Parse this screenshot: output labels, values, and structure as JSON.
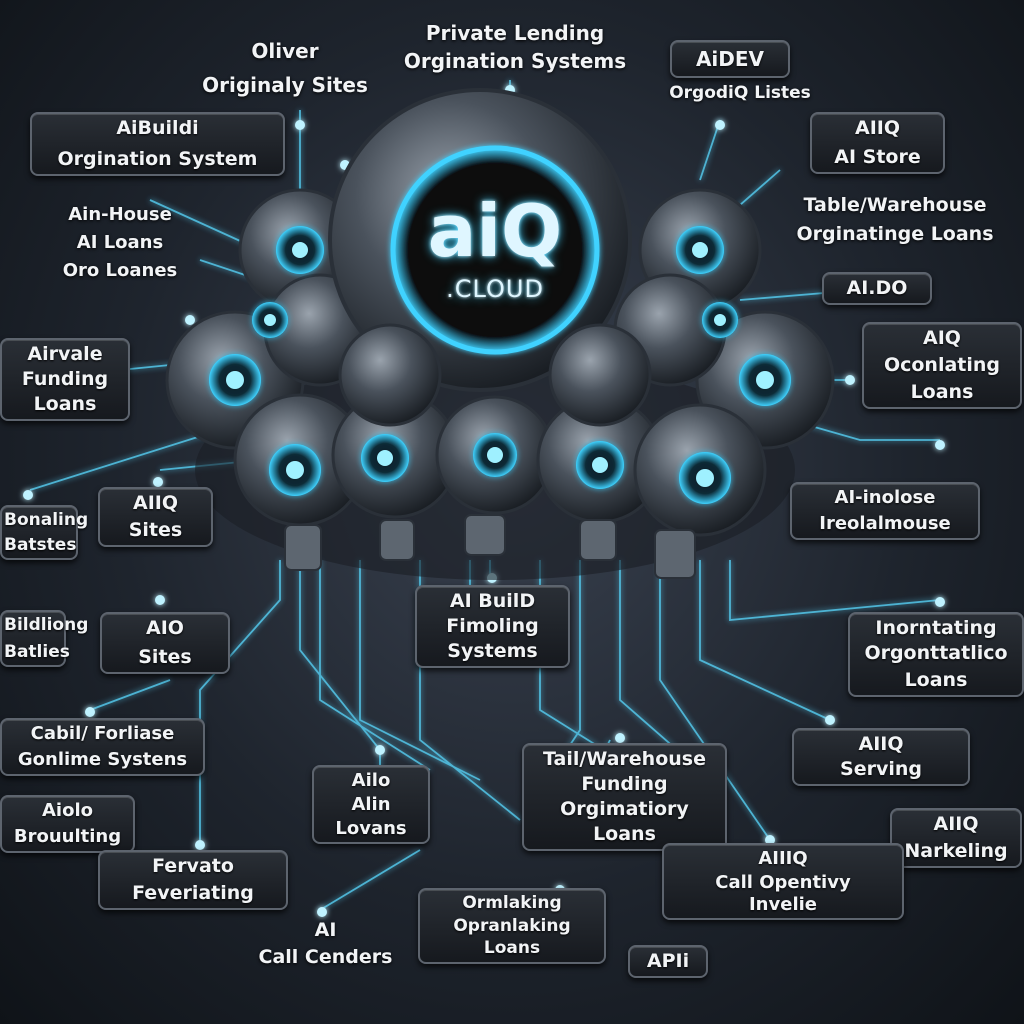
{
  "hub": {
    "brand": "aiQ",
    "subtitle": ".CLOUD"
  },
  "colors": {
    "glow": "#3fd2ff",
    "background": "#1e242d",
    "label_bg": "#16191e",
    "label_border": "#5d646e",
    "text": "#f2f4f6"
  },
  "labels": {
    "oliver": [
      "Oliver",
      "Originaly Sites"
    ],
    "private_lending": [
      "Private Lending",
      "Orgination Systems"
    ],
    "aidev": [
      "AiDEV",
      "OrgodiQ Listes"
    ],
    "aibuildi": [
      "AiBuildi",
      "Orgination System"
    ],
    "aiq_store": [
      "AIIQ",
      "AI Store"
    ],
    "ain_house": [
      "Ain-House",
      "AI Loans",
      "Oro Loanes"
    ],
    "table_warehouse": [
      "Table/Warehouse",
      "Orginatinge Loans"
    ],
    "ai_do": [
      "AI.DO"
    ],
    "airvale": [
      "Airvale",
      "Funding",
      "Loans"
    ],
    "aiq_oconlating": [
      "AIQ",
      "Oconlating",
      "Loans"
    ],
    "aiiq_sites": [
      "AIIQ",
      "Sites"
    ],
    "left_partial_1": [
      "Bonaling",
      "Batstes"
    ],
    "ai_inolose": [
      "AI-inolose",
      "Ireolalmouse"
    ],
    "ai_build": [
      "AI BuilD",
      "Fimoling",
      "Systems"
    ],
    "aio_sites": [
      "AIO",
      "Sites"
    ],
    "left_partial_2": [
      "Bildliong",
      "Batlies"
    ],
    "inorntating": [
      "Inorntating",
      "Orgonttatlico",
      "Loans"
    ],
    "cabil": [
      "Cabil/ Forliase",
      "Gonlime Systens"
    ],
    "tail_warehouse": [
      "Tail/Warehouse",
      "Funding",
      "Orgimatiory",
      "Loans"
    ],
    "aiq_serving": [
      "AIIQ",
      "Serving"
    ],
    "ailo": [
      "Ailo",
      "Alin",
      "Lovans"
    ],
    "aiolo": [
      "Aiolo",
      "Brouulting"
    ],
    "aiq_narkeling": [
      "AIIQ",
      "Narkeling"
    ],
    "fervato": [
      "Fervato",
      "Feveriating"
    ],
    "aiiiq_call": [
      "AIIIQ",
      "Call Opentivy",
      "Invelie"
    ],
    "ormlaking": [
      "Ormlaking",
      "Opranlaking",
      "Loans"
    ],
    "ai_call": [
      "AI",
      "Call Cenders"
    ],
    "api": [
      "APIi"
    ]
  }
}
